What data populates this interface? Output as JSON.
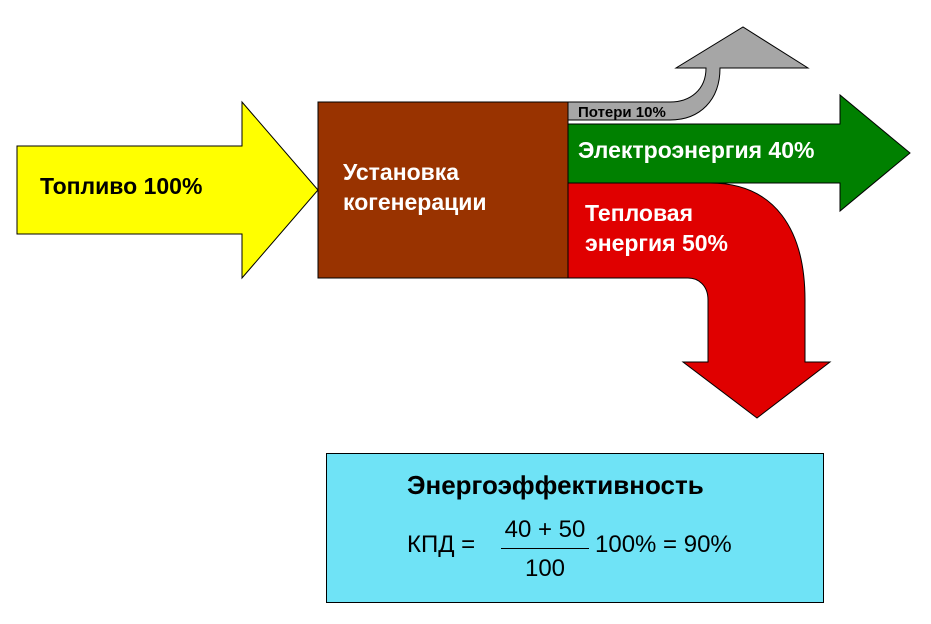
{
  "fuel": {
    "label": "Топливо 100%",
    "color": "#ffff00"
  },
  "unit": {
    "line1": "Установка",
    "line2": "когенерации",
    "color": "#993300"
  },
  "losses": {
    "label": "Потери  10%",
    "color": "#a6a6a6"
  },
  "electricity": {
    "label": "Электроэнергия  40%",
    "color": "#008000"
  },
  "heat": {
    "line1": "Тепловая",
    "line2": "энергия  50%",
    "color": "#e00000"
  },
  "efficiency": {
    "title": "Энергоэффективность",
    "lhs": "КПД =",
    "numerator": "40 + 50",
    "denominator": "100",
    "rhs": "100% = 90%",
    "color": "#6fe3f6"
  }
}
